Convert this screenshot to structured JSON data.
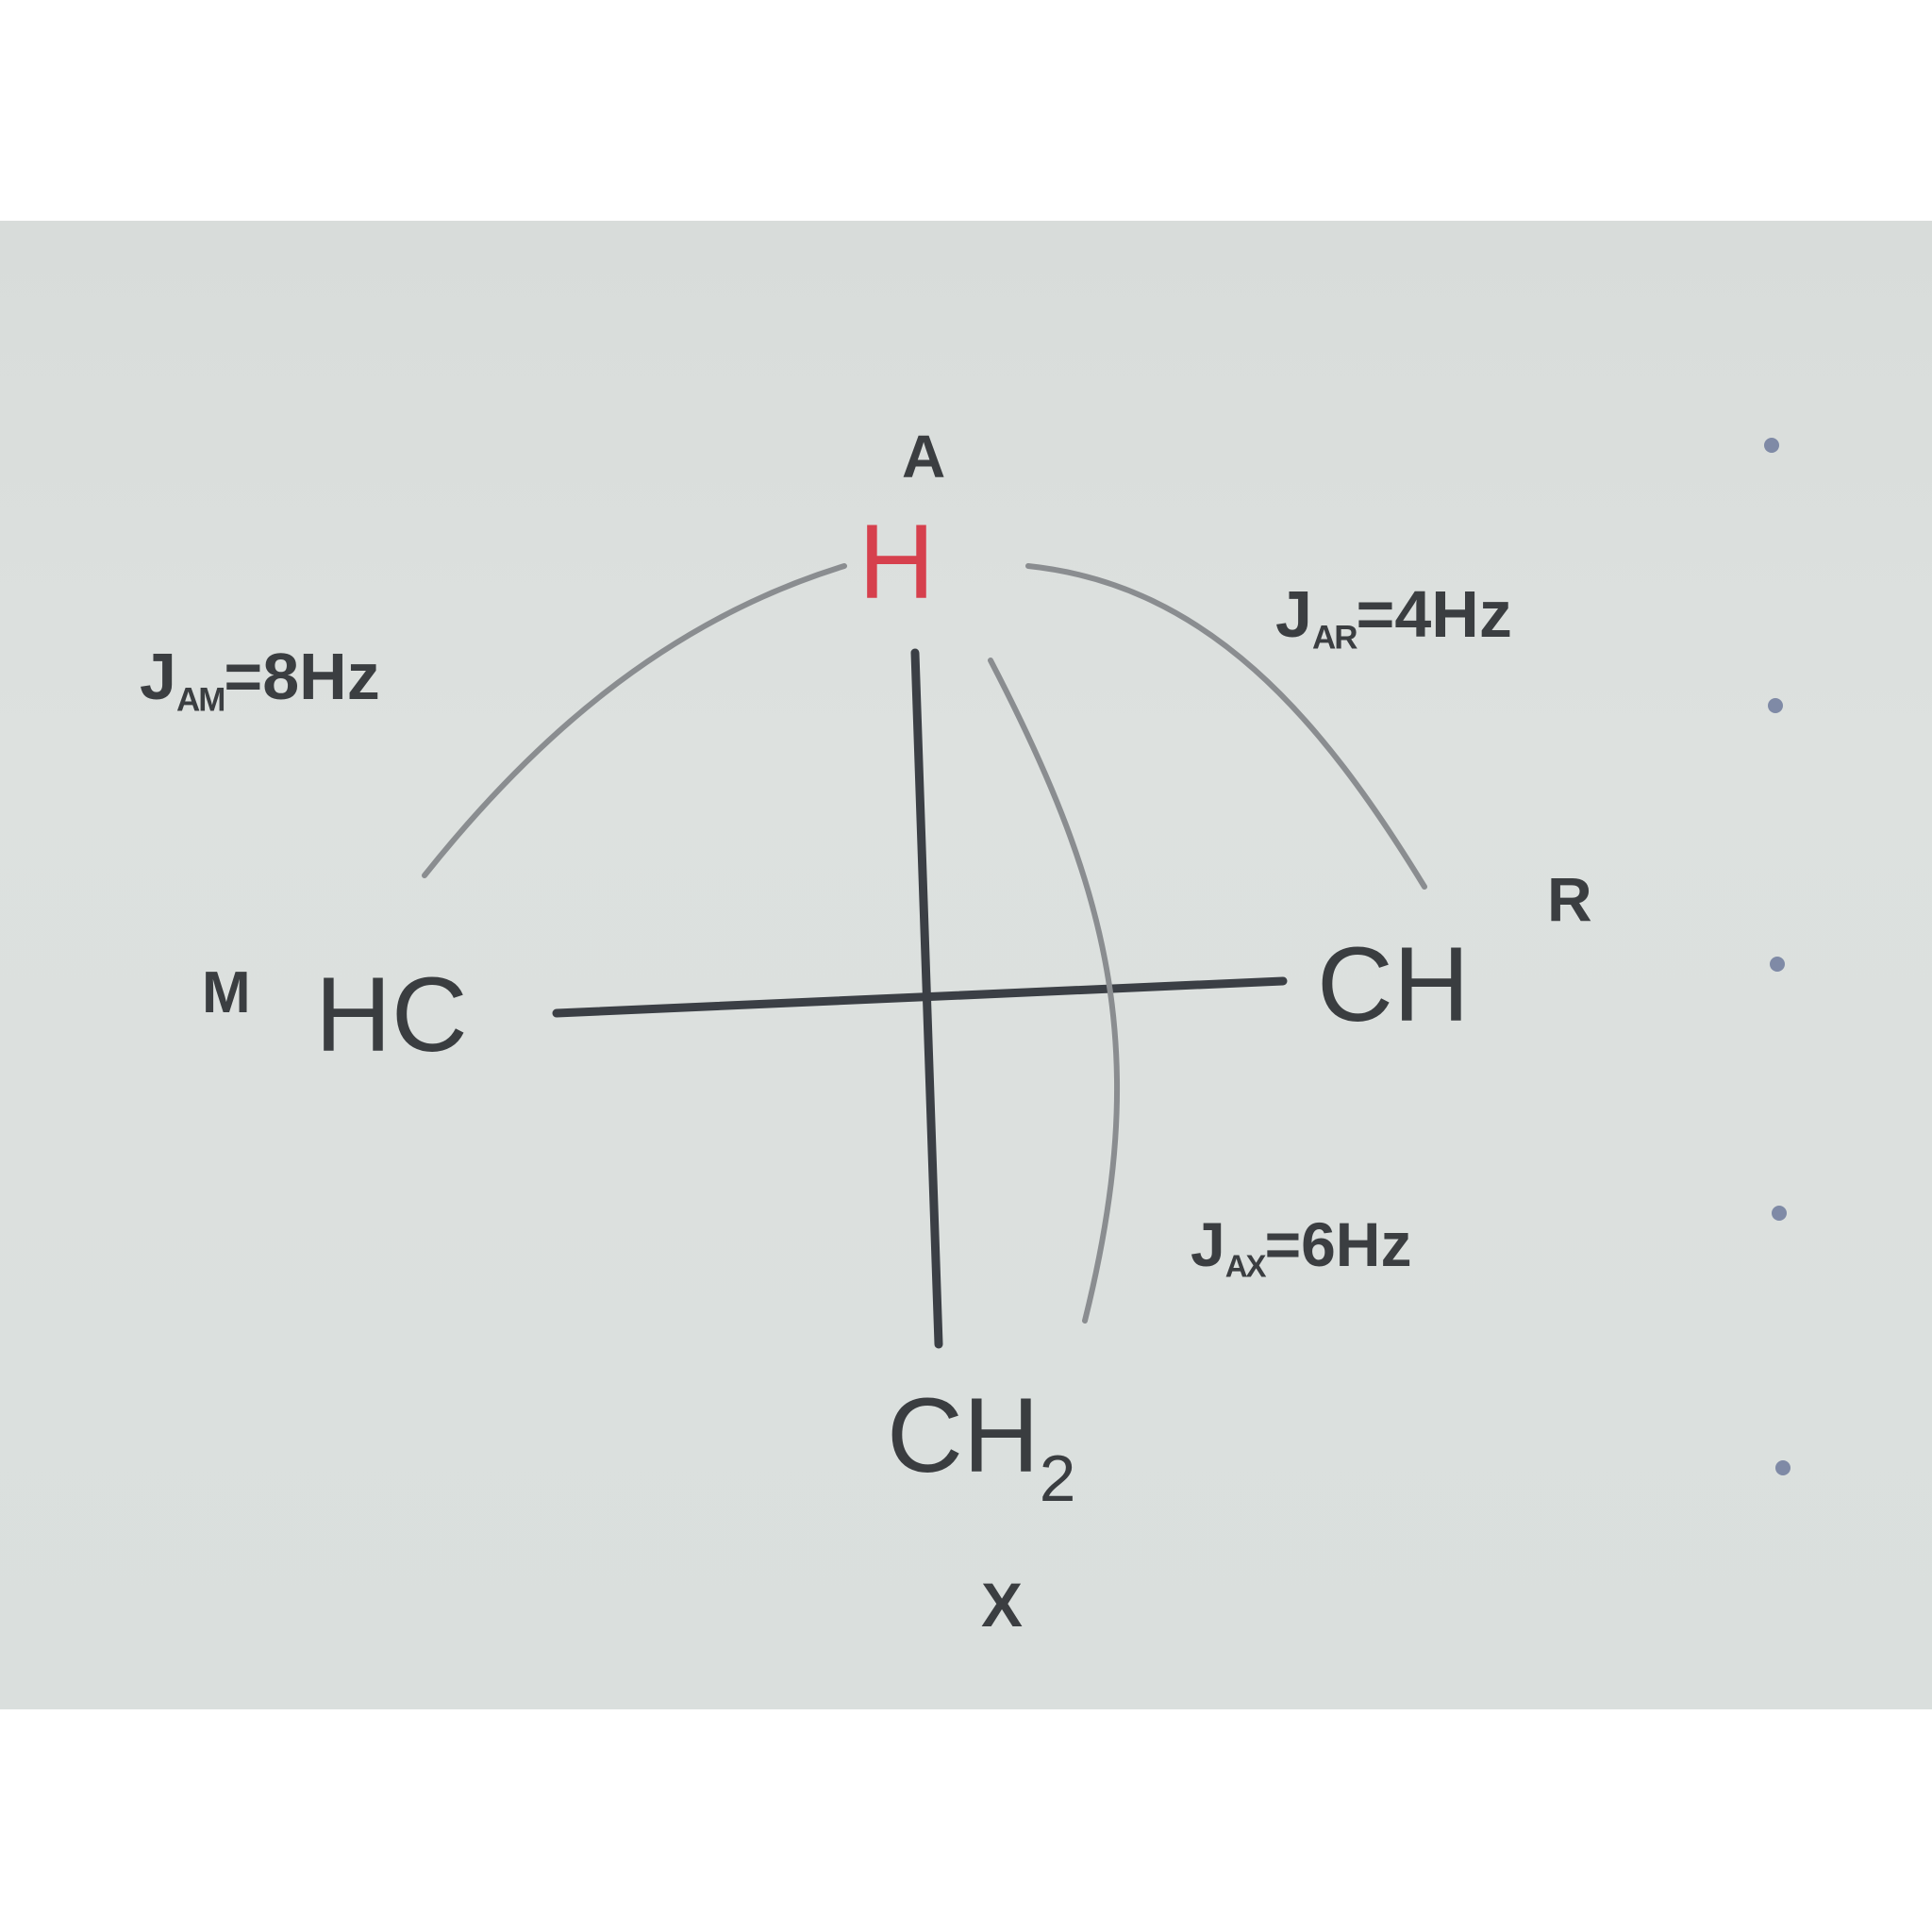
{
  "diagram": {
    "center_atom": {
      "letter": "H",
      "tag": "A"
    },
    "groups": {
      "left": {
        "formula": "HC",
        "tag": "M"
      },
      "right": {
        "formula": "CH",
        "tag": "R"
      },
      "bottom": {
        "formula": "CH",
        "subscript": "2",
        "tag": "X"
      }
    },
    "couplings": {
      "am": {
        "symbol": "J",
        "sub": "AM",
        "value": "=8Hz"
      },
      "ar": {
        "symbol": "J",
        "sub": "AR",
        "value": "=4Hz"
      },
      "ax": {
        "symbol": "J",
        "sub": "AX",
        "value": "=6Hz"
      }
    }
  },
  "colors": {
    "bond": "#3b3f45",
    "arc": "#8a8d90",
    "highlight": "#d6404d",
    "dot": "#7f8aa6"
  }
}
